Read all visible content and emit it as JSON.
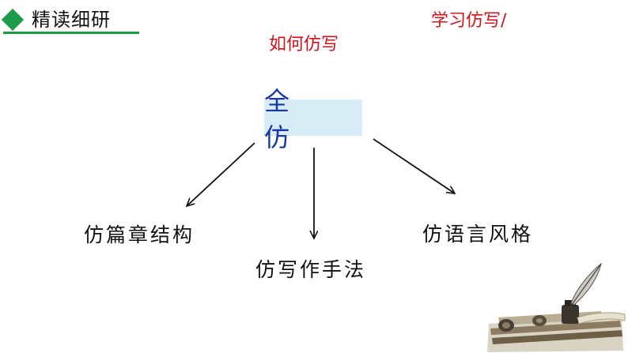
{
  "header": {
    "title": "精读细研",
    "accent": "#1e9a4a"
  },
  "notes": {
    "line1": "学习仿写/",
    "line2": "如何仿写",
    "color": "#d0141c"
  },
  "diagram": {
    "root": "全 仿",
    "branches": [
      "仿篇章结构",
      "仿写作手法",
      "仿语言风格"
    ]
  },
  "decoration": {
    "icon": "quill-pen-icon"
  }
}
